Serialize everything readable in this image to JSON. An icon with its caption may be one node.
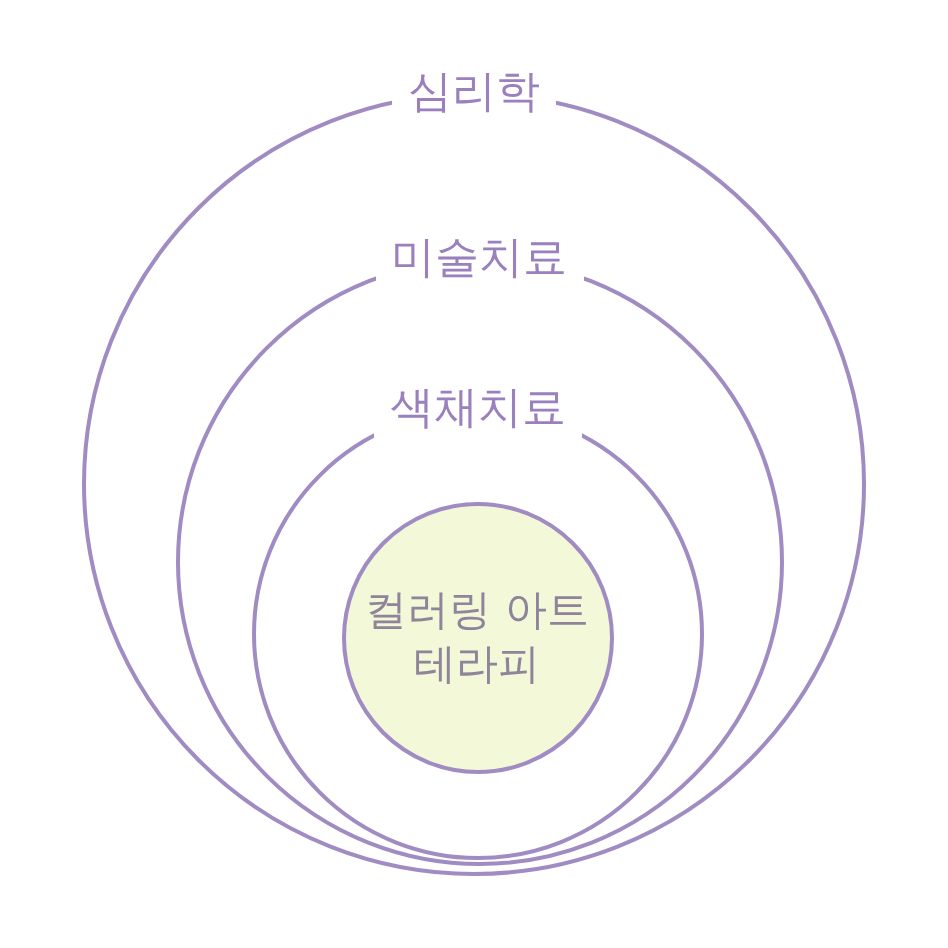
{
  "diagram": {
    "nodes": [
      {
        "text": [
          "심리학"
        ]
      },
      {
        "text": [
          "미술치료"
        ],
        "in": 0
      },
      {
        "text": [
          "색채치료"
        ],
        "in": 1
      },
      {
        "text": [
          "컬러링 아트테라피"
        ],
        "in": 2
      }
    ]
  }
}
